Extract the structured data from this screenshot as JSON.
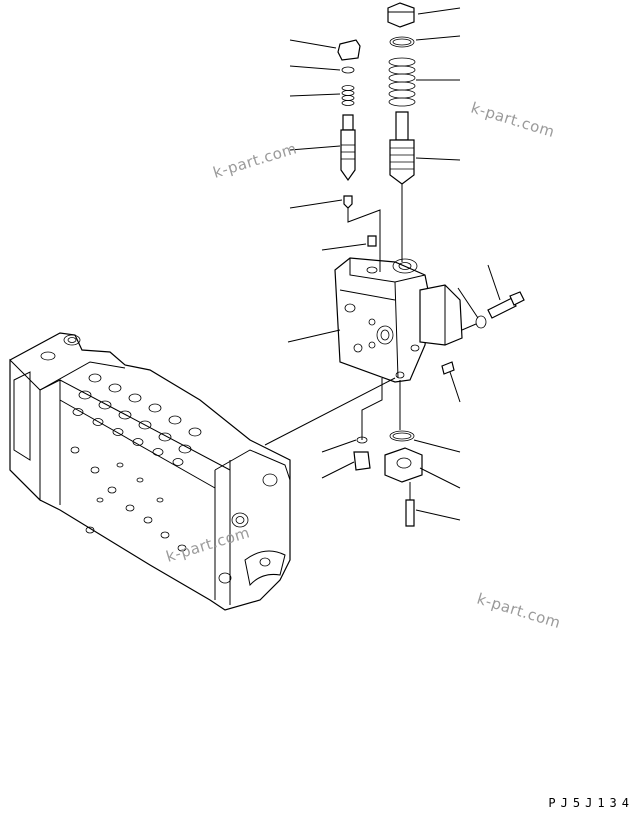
{
  "diagram": {
    "drawing_code": "PJ5J134",
    "watermarks": [
      "k-part.com",
      "k-part.com",
      "k-part.com",
      "k-part.com"
    ]
  }
}
